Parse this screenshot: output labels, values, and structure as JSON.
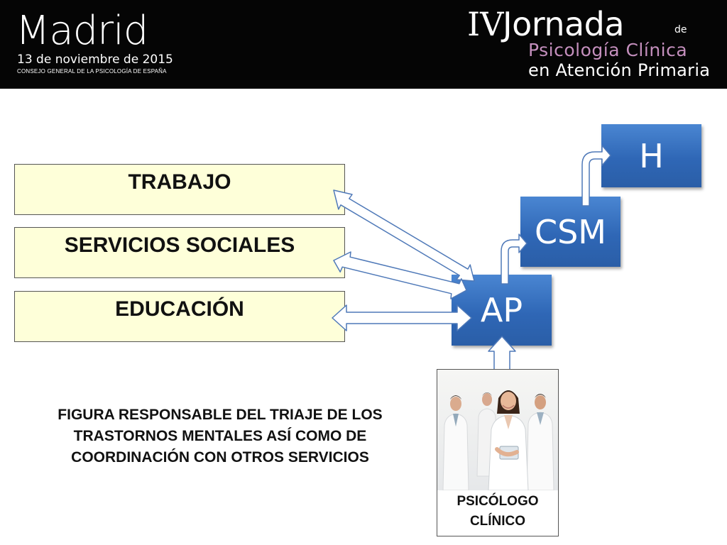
{
  "header": {
    "city": "Madrid",
    "date": "13 de noviembre de 2015",
    "org": "CONSEJO GENERAL DE LA PSICOLOGÍA DE ESPAÑA",
    "edition": "IV",
    "event_word": "Jornada",
    "event_de": "de",
    "event_line2": "Psicología Clínica",
    "event_line3": "en Atención Primaria"
  },
  "services": [
    "TRABAJO",
    "SERVICIOS SOCIALES",
    "EDUCACIÓN"
  ],
  "levels": {
    "ap": "AP",
    "csm": "CSM",
    "h": "H"
  },
  "caption": {
    "line1": "FIGURA RESPONSABLE DEL TRIAJE DE LOS",
    "line2": "TRASTORNOS MENTALES ASÍ COMO DE",
    "line3": "COORDINACIÓN CON OTROS SERVICIOS"
  },
  "photo_label": {
    "line1": "PSICÓLOGO",
    "line2": "CLÍNICO"
  },
  "colors": {
    "header_bg": "#050505",
    "accent_purple": "#c48fbd",
    "service_fill": "#feffd9",
    "block_blue": "#3a74c4",
    "arrow_fill": "#ffffff",
    "arrow_stroke": "#4f79b8"
  }
}
